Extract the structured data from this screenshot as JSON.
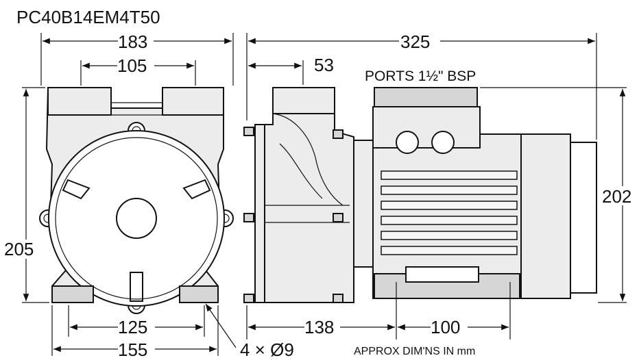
{
  "model": "PC40B14EM4T50",
  "ports": "PORTS 1½\" BSP",
  "note": "APPROX DIM'NS IN mm",
  "holes": "4 × Ø9",
  "dims": {
    "front_width": "183",
    "front_port_span": "105",
    "front_foot_holes": "125",
    "front_foot_width": "155",
    "front_height": "205",
    "side_length": "325",
    "side_port_offset": "53",
    "side_foot_offset": "138",
    "side_foot_holes": "100",
    "side_height": "202"
  }
}
